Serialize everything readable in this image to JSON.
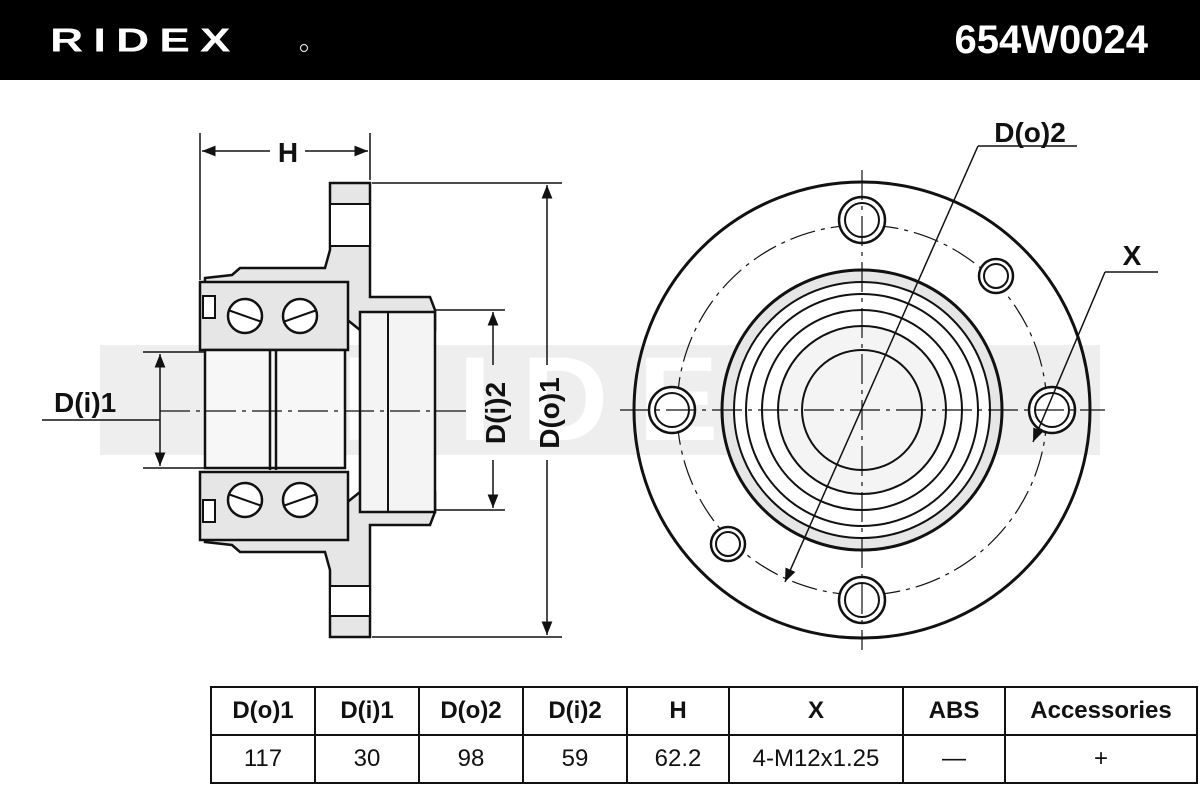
{
  "header": {
    "brand": "RIDEX",
    "part_number": "654W0024"
  },
  "colors": {
    "header_bg": "#000000",
    "line": "#111111",
    "part_fill": "#e6e6e6",
    "watermark": "#e9e9e9"
  },
  "drawing": {
    "labels": {
      "h": "H",
      "di1": "D(i)1",
      "di2": "D(i)2",
      "do1": "D(o)1",
      "do2": "D(o)2",
      "x": "X"
    }
  },
  "table": {
    "headers": [
      "D(o)1",
      "D(i)1",
      "D(o)2",
      "D(i)2",
      "H",
      "X",
      "ABS",
      "Accessories"
    ],
    "values": [
      "117",
      "30",
      "98",
      "59",
      "62.2",
      "4-M12x1.25",
      "—",
      "+"
    ]
  }
}
